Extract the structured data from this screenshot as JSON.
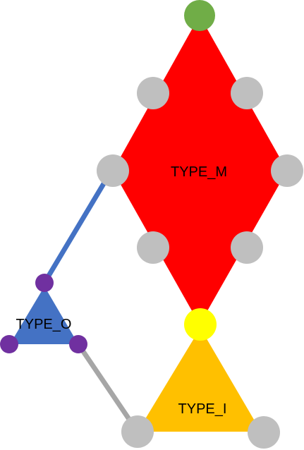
{
  "diagram": {
    "nodes": {
      "type_m": {
        "label": "TYPE_M",
        "shape": "diamond",
        "fill": "#ff0000"
      },
      "type_o": {
        "label": "TYPE_O",
        "shape": "triangle",
        "fill": "#4472c4"
      },
      "type_i": {
        "label": "TYPE_I",
        "shape": "triangle",
        "fill": "#ffc000"
      }
    },
    "ports": {
      "gray_fill": "#bfbfbf",
      "purple_fill": "#7030a0",
      "green_fill": "#70ad47",
      "yellow_fill": "#ffff00"
    },
    "connectors": {
      "o_to_m": {
        "color": "#4472c4",
        "from": "type_o",
        "to": "type_m"
      },
      "o_to_i": {
        "color": "#a6a6a6",
        "from": "type_o",
        "to": "type_i"
      }
    }
  }
}
